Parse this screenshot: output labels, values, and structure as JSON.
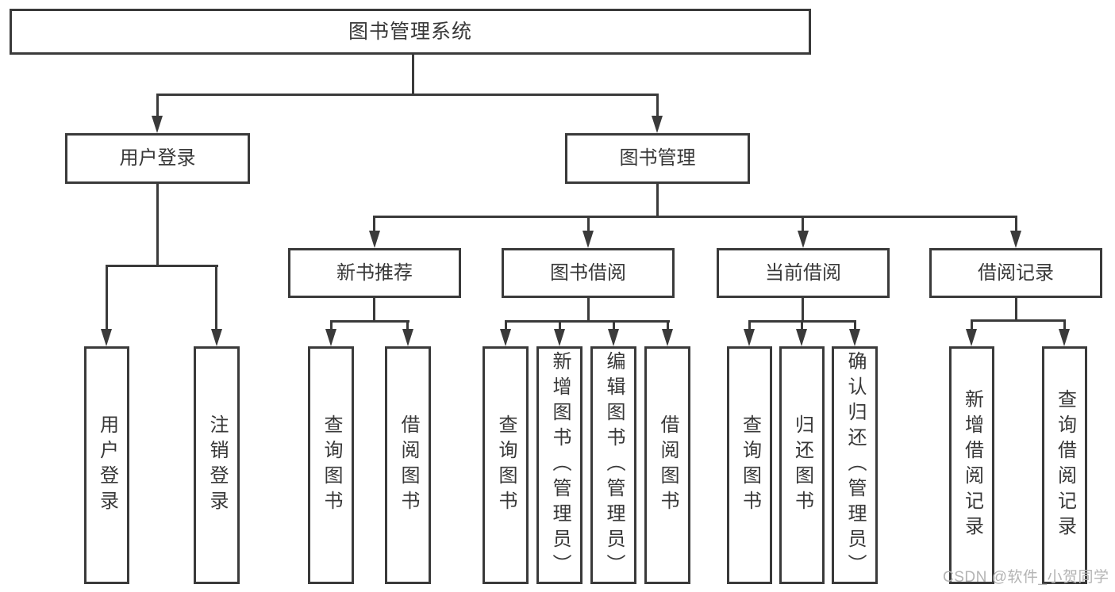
{
  "diagram": {
    "title_note": "",
    "root": {
      "label": "图书管理系统"
    },
    "level2": [
      {
        "label": "用户登录"
      },
      {
        "label": "图书管理"
      }
    ],
    "level3": [
      {
        "label": "新书推荐"
      },
      {
        "label": "图书借阅"
      },
      {
        "label": "当前借阅"
      },
      {
        "label": "借阅记录"
      }
    ],
    "leaves": {
      "user_login": [
        {
          "label": "用户登录"
        },
        {
          "label": "注销登录"
        }
      ],
      "new_book": [
        {
          "label": "查询图书"
        },
        {
          "label": "借阅图书"
        }
      ],
      "book_borrow": [
        {
          "label": "查询图书"
        },
        {
          "label": "新增图书（管理员）"
        },
        {
          "label": "编辑图书（管理员）"
        },
        {
          "label": "借阅图书"
        }
      ],
      "current_borrow": [
        {
          "label": "查询图书"
        },
        {
          "label": "归还图书"
        },
        {
          "label": "确认归还（管理员）"
        }
      ],
      "borrow_record": [
        {
          "label": "新增借阅记录"
        },
        {
          "label": "查询借阅记录"
        }
      ]
    },
    "watermark": {
      "text": "CSDN @软件_小贺同学"
    },
    "colors": {
      "line": "#3a3a3a",
      "text": "#383838",
      "watermark": "#b4b4b4",
      "bg": "#ffffff"
    }
  }
}
